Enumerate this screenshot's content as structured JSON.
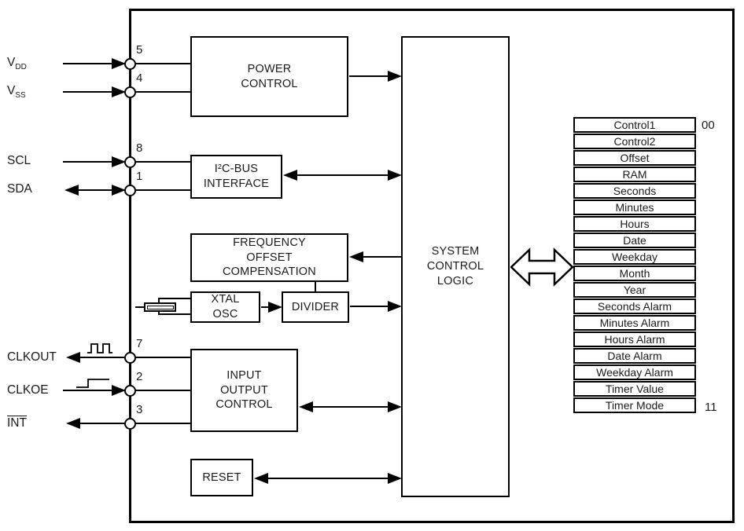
{
  "diagram": {
    "pins": [
      {
        "number": "5",
        "label": "V",
        "sub": "DD"
      },
      {
        "number": "4",
        "label": "V",
        "sub": "SS"
      },
      {
        "number": "8",
        "label": "SCL"
      },
      {
        "number": "1",
        "label": "SDA"
      },
      {
        "number": "7",
        "label": "CLKOUT"
      },
      {
        "number": "2",
        "label": "CLKOE"
      },
      {
        "number": "3",
        "label": "INT"
      }
    ],
    "blocks": {
      "power_control": "POWER\nCONTROL",
      "i2c_interface": "I²C-BUS\nINTERFACE",
      "frequency_offset_compensation": "FREQUENCY\nOFFSET\nCOMPENSATION",
      "xtal_osc": "XTAL\nOSC",
      "divider": "DIVIDER",
      "input_output_control": "INPUT\nOUTPUT\nCONTROL",
      "reset": "RESET",
      "system_control_logic": "SYSTEM\nCONTROL\nLOGIC"
    },
    "registers": {
      "rows": [
        "Control1",
        "Control2",
        "Offset",
        "RAM",
        "Seconds",
        "Minutes",
        "Hours",
        "Date",
        "Weekday",
        "Month",
        "Year",
        "Seconds Alarm",
        "Minutes Alarm",
        "Hours Alarm",
        "Date Alarm",
        "Weekday Alarm",
        "Timer Value",
        "Timer Mode"
      ],
      "first_address": "00",
      "last_address": "11"
    },
    "colors": {
      "line": "#000000",
      "background": "#ffffff"
    }
  }
}
